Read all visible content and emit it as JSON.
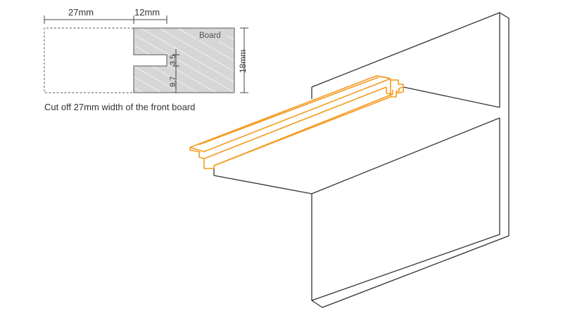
{
  "detail": {
    "dim_left": "27mm",
    "dim_right": "12mm",
    "board_label": "Board",
    "dim_height": "18mm",
    "dim_groove": "3.5",
    "dim_offset": "9.7",
    "caption": "Cut off 27mm width of the front board"
  },
  "colors": {
    "line": "#333333",
    "board_fill": "#d6d6d6",
    "hatch": "#ffffff",
    "profile": "#f39a1e",
    "label": "#333333",
    "board_label": "#555555"
  }
}
